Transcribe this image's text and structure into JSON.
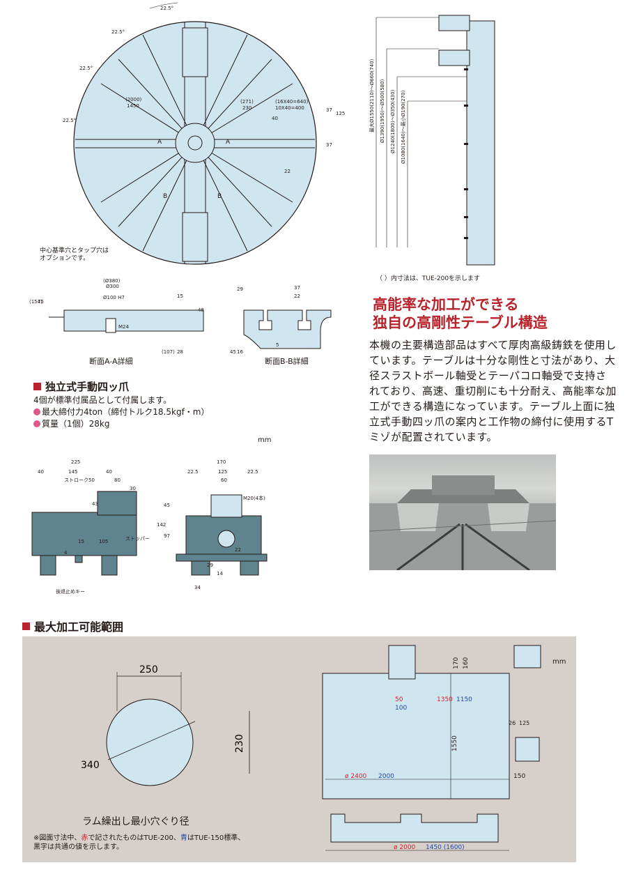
{
  "table_drawing": {
    "angles": [
      "22.5°",
      "22.5°",
      "22.5°",
      "22.5°"
    ],
    "labels": {
      "slot_pitch": "(16X40=640)",
      "slot_pitch2": "10X40=400",
      "d271": "(271)",
      "d230": "230",
      "d40": "40",
      "d22": "22",
      "d37a": "37",
      "d125": "125",
      "d37b": "37",
      "d2000": "(2000)",
      "d1450": "1450",
      "section_a": "A",
      "section_b": "B"
    },
    "center_note": "中心基準穴とタップ穴は\nオプションです。"
  },
  "section_aa": {
    "caption": "断面A-A詳細",
    "dims": [
      "(Ø380)",
      "Ø300",
      "Ø100 H7",
      "(154)",
      "75",
      "15",
      "48",
      "M24",
      "(107)",
      "28"
    ]
  },
  "section_bb": {
    "caption": "断面B-B詳細",
    "dims": [
      "29",
      "37",
      "22",
      "45",
      "16",
      "5"
    ]
  },
  "height_drawing": {
    "dims": [
      "最大Ø1550(2110)〜Ø660(740)",
      "Ø1390(1950)〜Ø500(580)",
      "Ø1240(1800)〜Ø350(430)",
      "Ø1080(1640)〜最小Ø190(270)"
    ],
    "note": "（  ）内寸法は、TUE-200を示します"
  },
  "feature": {
    "headline1": "高能率な加工ができる",
    "headline2": "独自の高剛性テーブル構造",
    "body": "本機の主要構造部品はすべて厚肉高級鋳鉄を使用しています。テーブルは十分な剛性と寸法があり、大径スラストボール軸受とテーパコロ軸受で支持されており、高速、重切削にも十分耐え、高能率な加工ができる構造になっています。テーブル上面に独立式手動四ッ爪の案内と工作物の締付に使用するTミゾが配置されています。"
  },
  "jaw": {
    "title": "独立式手動四ッ爪",
    "line1": "4個が標準付属品として付属します。",
    "line2": "最大締付力4ton（締付トルク18.5kgf・m）",
    "line3": "質量（1個）28kg",
    "unit": "mm",
    "side_dims": [
      "225",
      "40",
      "145",
      "40",
      "ストローク50",
      "80",
      "30",
      "43",
      "15",
      "105",
      "4",
      "ストッパー",
      "後退止めキー"
    ],
    "front_dims": [
      "170",
      "22.5",
      "125",
      "22.5",
      "60",
      "45",
      "M20(4本)",
      "142",
      "97",
      "22",
      "29",
      "14",
      "34"
    ]
  },
  "range": {
    "title": "最大加工可能範囲",
    "unit": "mm",
    "circle_dims": [
      "250",
      "230",
      "340"
    ],
    "circle_caption": "ラム繰出し最小穴ぐり径",
    "note_prefix": "※図面寸法中、",
    "note_red": "赤",
    "note_mid1": "で記されたものはTUE-200、",
    "note_blue": "青",
    "note_mid2": "はTUE-150標準、",
    "note_line2": "黒字は共通の値を示します。",
    "dims": {
      "d170": "170",
      "d160": "160",
      "d50": "50",
      "d100": "100",
      "d1350": "1350",
      "d1150": "1150",
      "d26": "26",
      "d125": "125",
      "d1550": "1550",
      "phi2400": "ø 2400",
      "d2000": "2000",
      "d150": "150",
      "phi2000": "ø 2000",
      "d1450": "1450 (1600)"
    }
  },
  "colors": {
    "accent": "#b8232c",
    "drawing_fill": "#cfe6f0",
    "range_panel": "#d7cfca",
    "jaw_fill": "#5f848f"
  }
}
